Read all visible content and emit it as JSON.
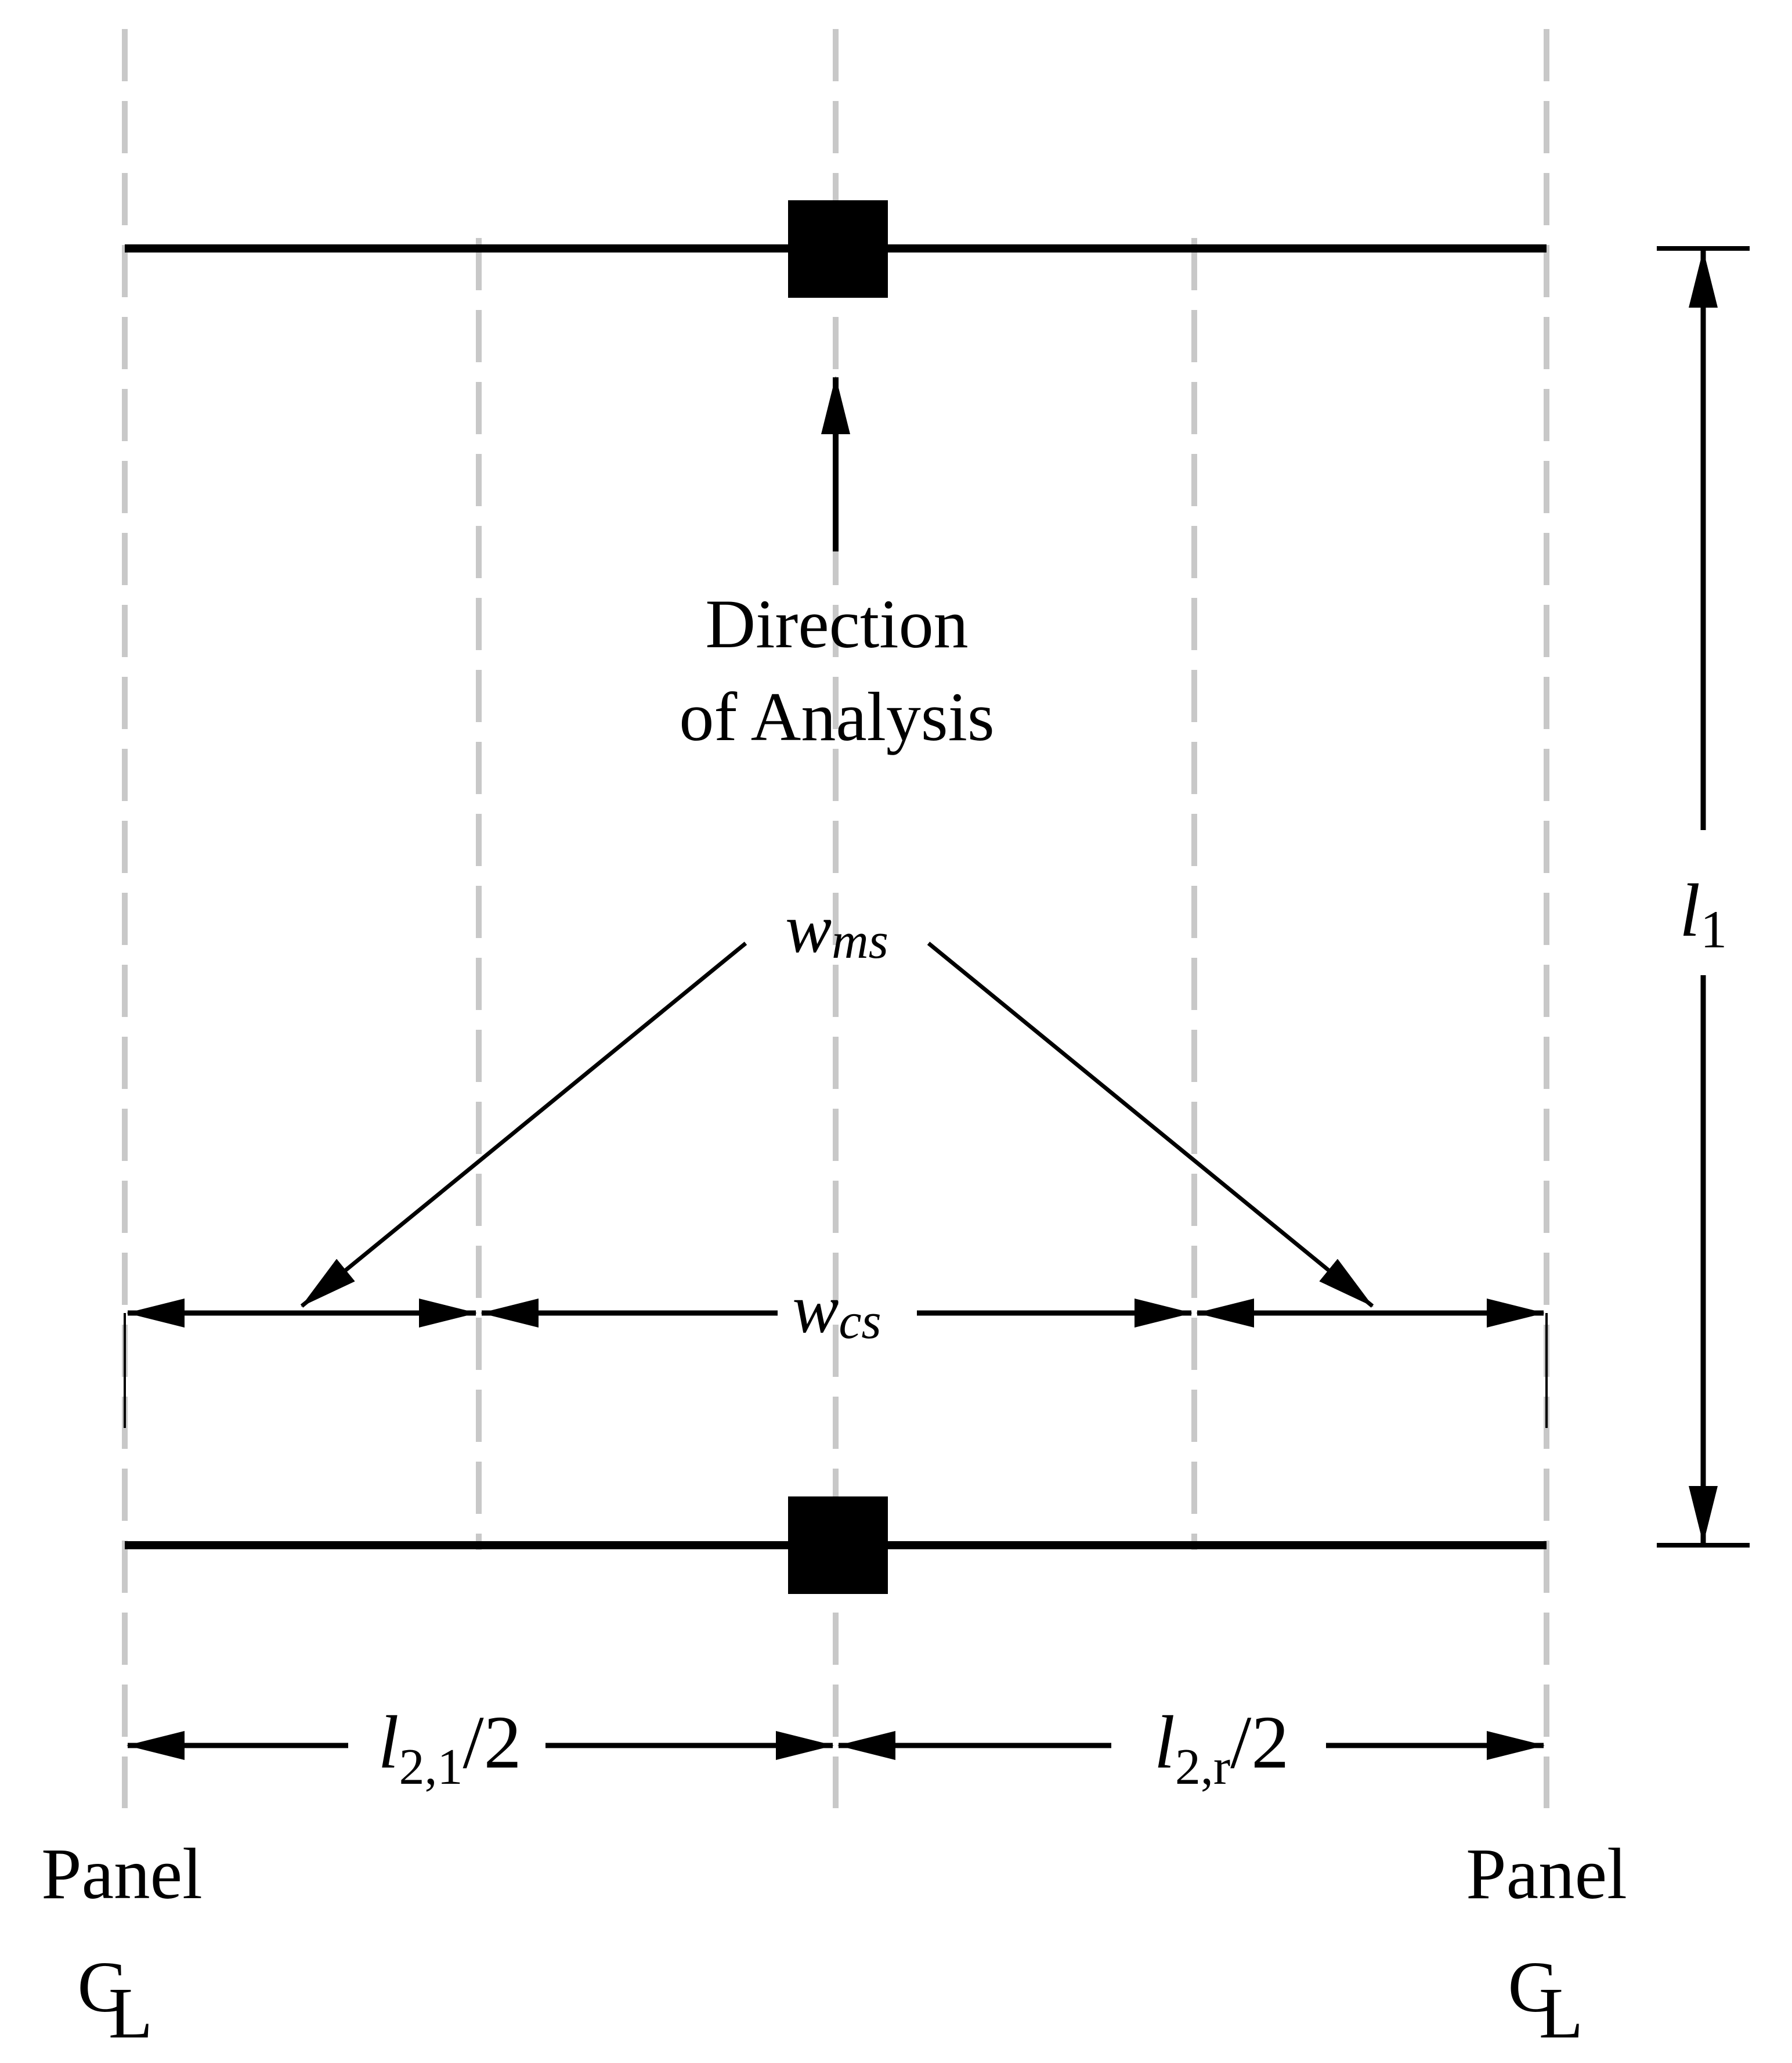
{
  "labels": {
    "direction_line1": "Direction",
    "direction_line2": "of Analysis",
    "wms_main": "w",
    "wms_sub": "ms",
    "wcs_main": "w",
    "wcs_sub": "cs",
    "l1_main": "l",
    "l1_sub": "1",
    "l2l_main": "l",
    "l2l_sub": "2,1",
    "l2l_suffix": "/2",
    "l2r_main": "l",
    "l2r_sub": "2,r",
    "l2r_suffix": "/2",
    "panel_left": "Panel",
    "panel_right": "Panel",
    "cl_left_c": "C",
    "cl_left_l": "L",
    "cl_right_c": "C",
    "cl_right_l": "L"
  },
  "colors": {
    "ink": "#000000",
    "dashed_gridline": "#c8c8c8",
    "background": "#ffffff"
  }
}
